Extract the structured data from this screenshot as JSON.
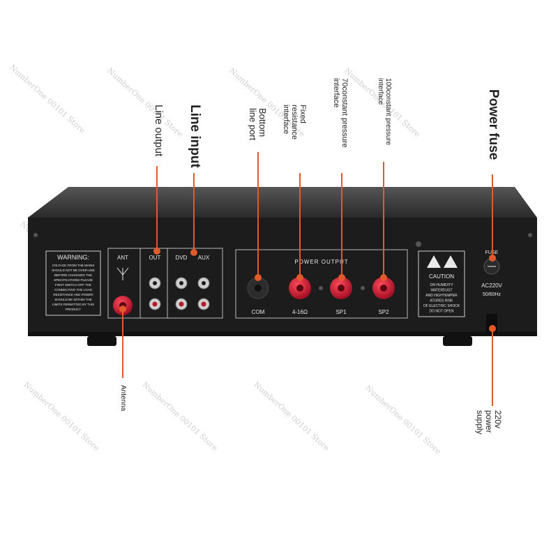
{
  "callouts": {
    "line_output": "Line output",
    "line_input": "Line input",
    "bottom_line_port": "Bottom line port",
    "fixed_resistance": "Fixed resistance interface",
    "constant_70": "70constant pressure interface",
    "constant_100": "100constant pressure interface",
    "power_fuse": "Power fuse",
    "antenna": "Antenna",
    "power_supply": "220v power supply"
  },
  "panel": {
    "warning_title": "WARNING:",
    "warning_lines": [
      "VOLTAGE FROM THE MAINS",
      "SHOULD NOT BE OVER-USE",
      "BEFORE CHANGING THE",
      "SPECIFICATIONS PLEASE",
      "FIRST SWITCH OFF THE",
      "CONNECTING THE LOAD",
      "RESISTANCE AND POWER",
      "SHOULD BE WITHIN THE",
      "LIMITS PERMITTED BY THIS",
      "PRODUCT"
    ],
    "ant": "ANT",
    "out": "OUT",
    "dvd": "DVD",
    "aux": "AUX",
    "power_output": "POWER OUTPUT",
    "com": "COM",
    "ohm": "4-16Ω",
    "sp1": "SP1",
    "sp2": "SP2",
    "caution_title": "CAUTION",
    "caution_lines": [
      "ON HUMIDITY",
      "WATERDUST",
      "AND HIGHTEMPER",
      "ATURES RISK",
      "OF ELECTRIC SHOCK",
      "DO NOT OPEN"
    ],
    "fuse": "FUSE",
    "ac": "AC220V",
    "hz": "50/60Hz"
  },
  "watermark": "NumberOne 00101 Store",
  "colors": {
    "accent": "#e25a2b",
    "chassis": "#1c1c1c",
    "binding_post": "#c8102e"
  }
}
